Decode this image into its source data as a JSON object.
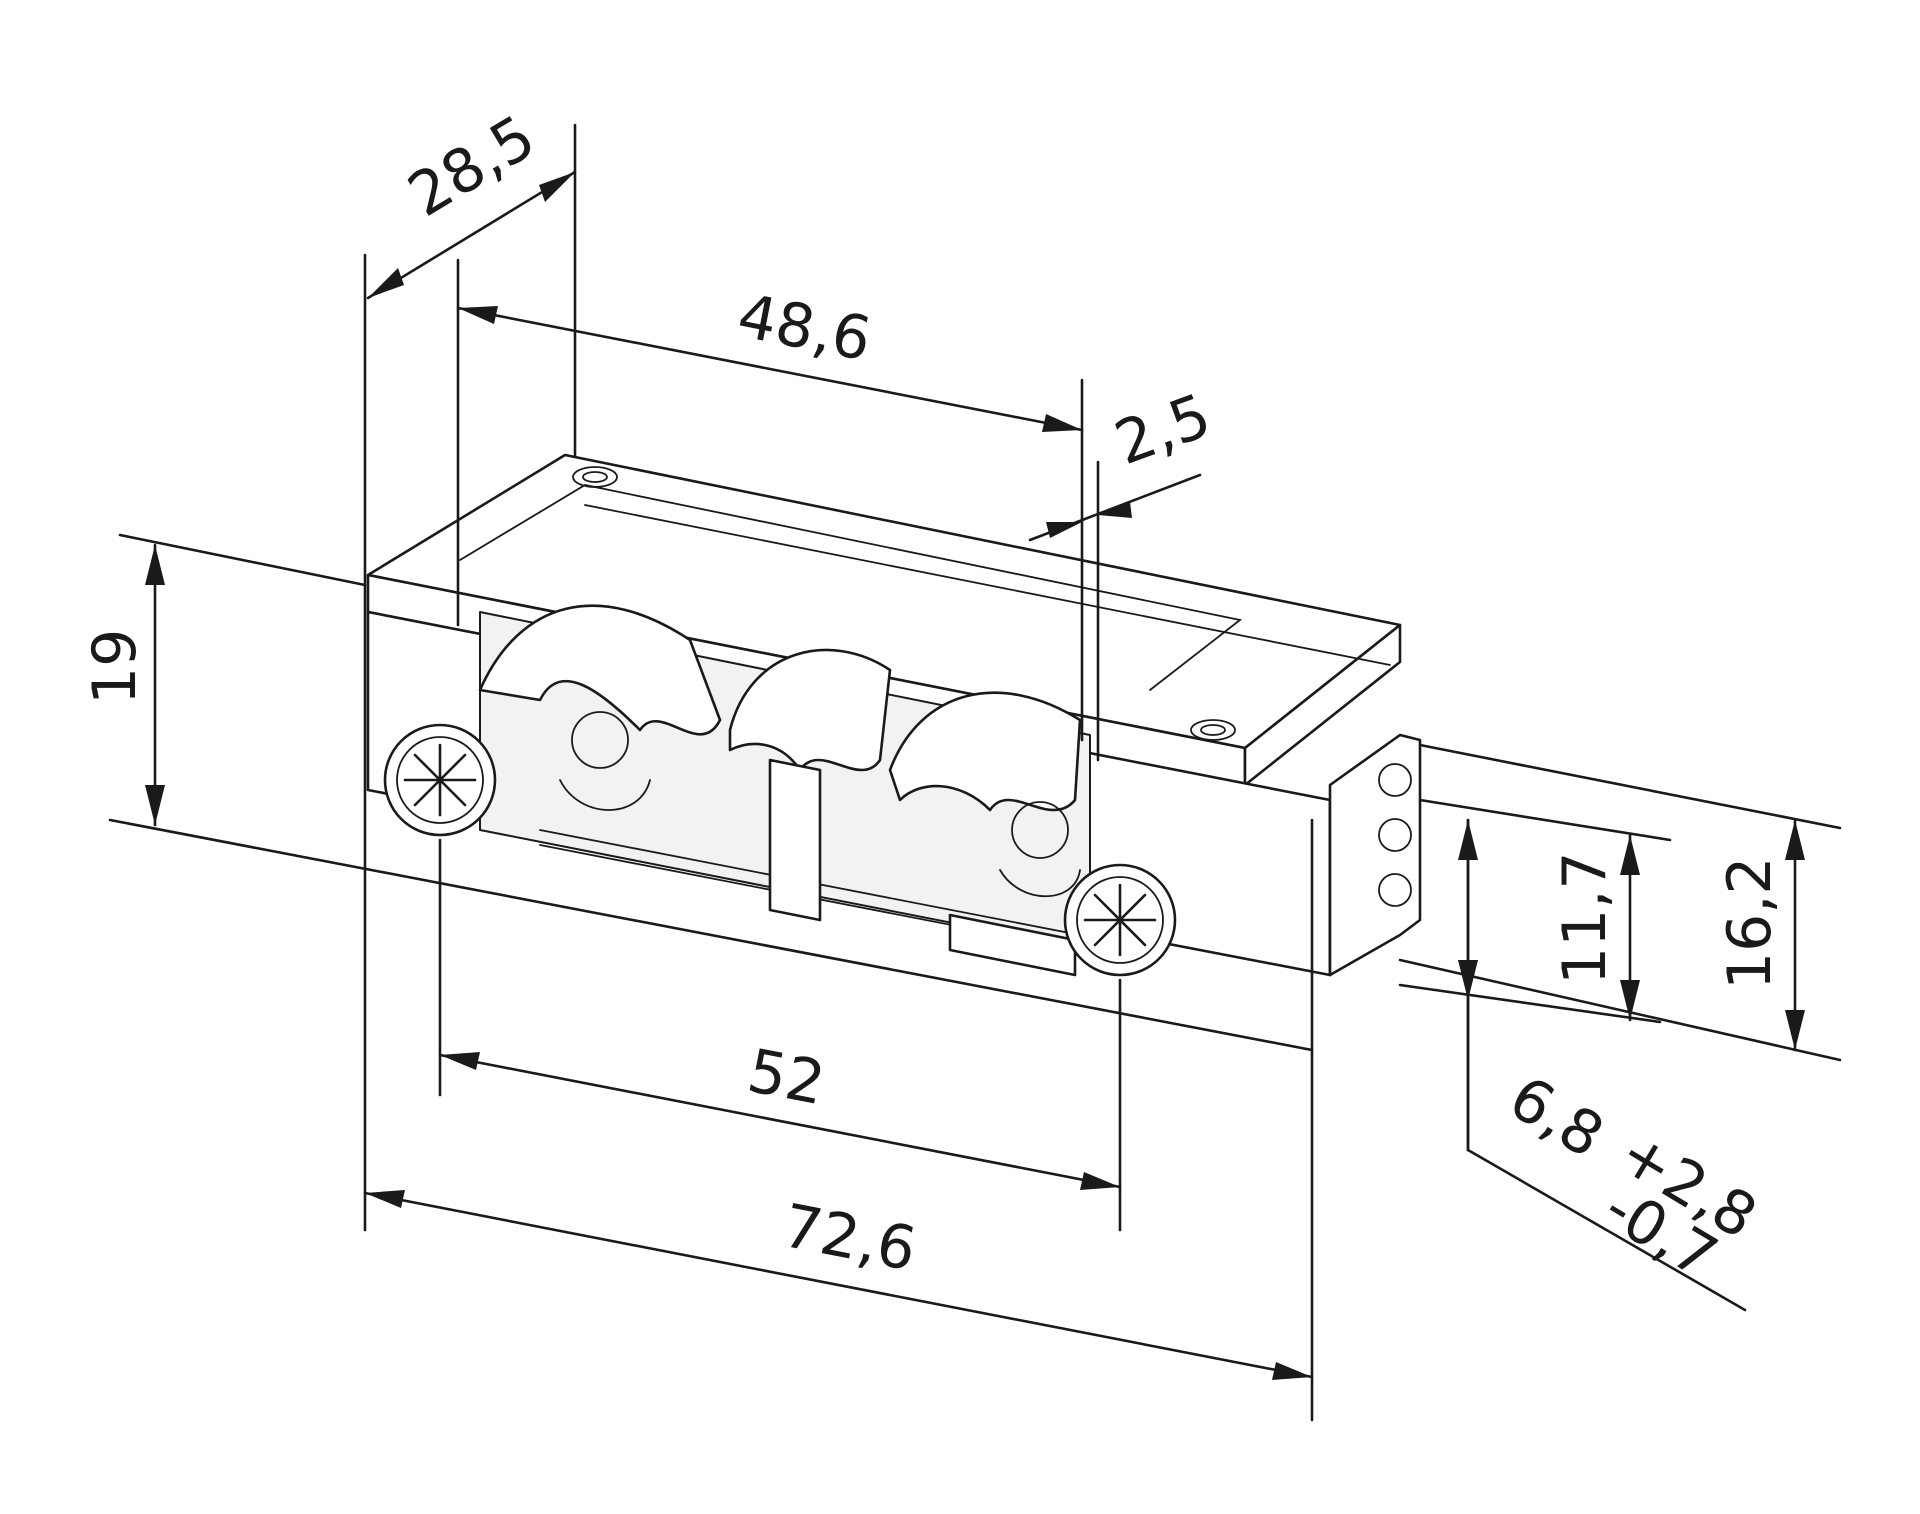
{
  "dimensions": {
    "width_28_5": "28,5",
    "length_48_6": "48,6",
    "offset_2_5": "2,5",
    "height_19": "19",
    "height_11_7": "11,7",
    "height_16_2": "16,2",
    "screw_pitch_52": "52",
    "overall_length_72_6": "72,6",
    "tolerance_nominal": "6,8",
    "tolerance_plus": "+2,8",
    "tolerance_minus": "-0,7"
  },
  "colors": {
    "line": "#1a1a1a",
    "background": "#ffffff"
  },
  "icons": {
    "screw": "phillips-screw-icon"
  }
}
